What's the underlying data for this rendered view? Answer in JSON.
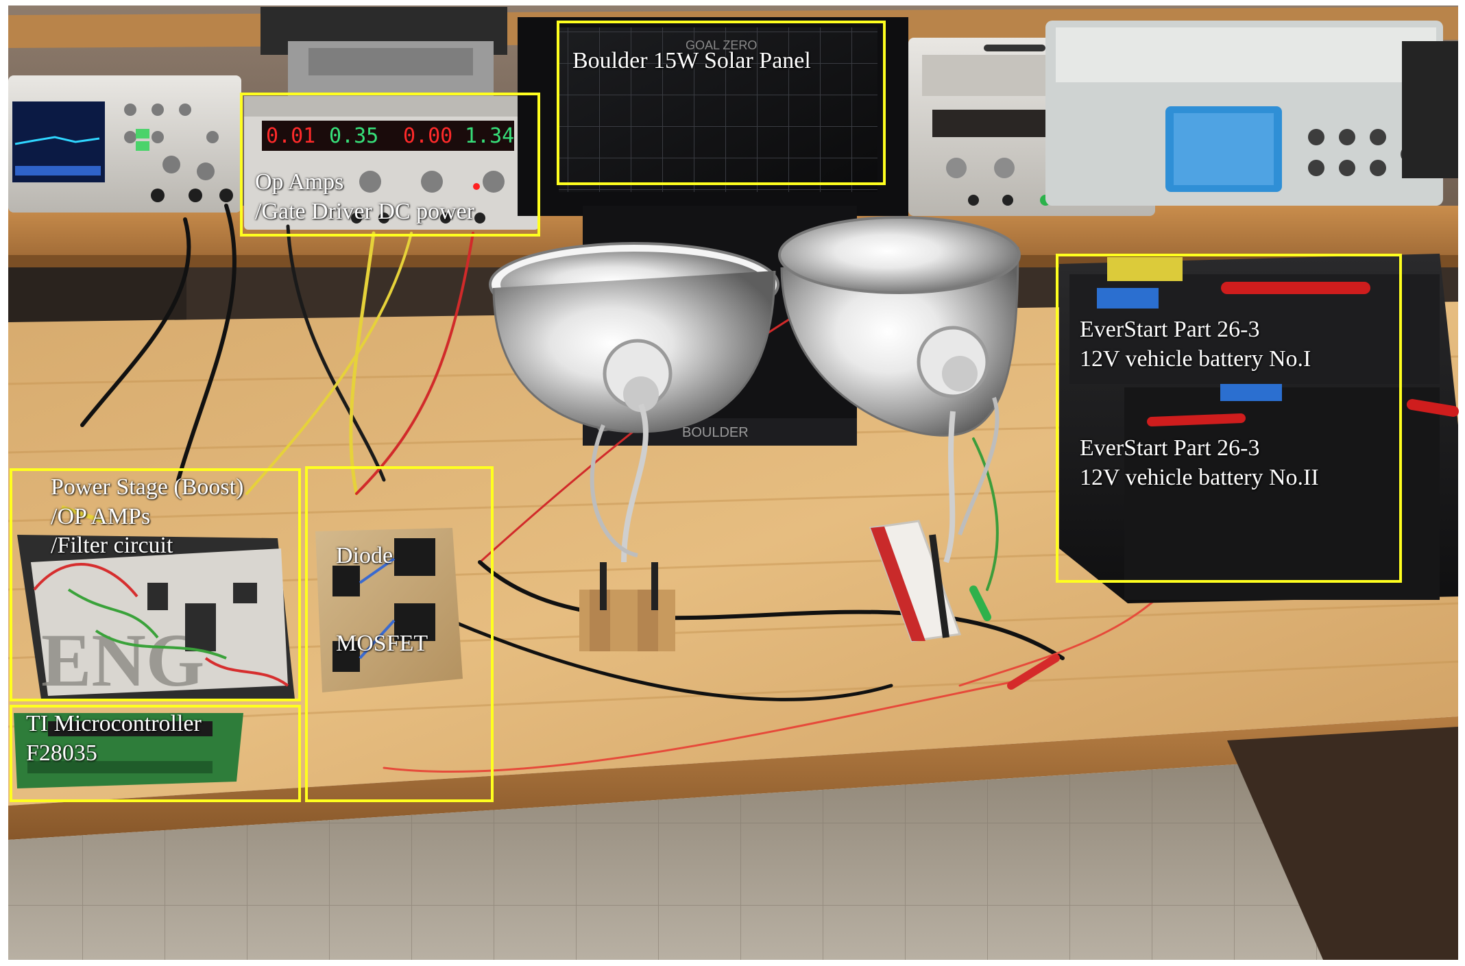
{
  "annotations": {
    "solar_panel": {
      "lines": [
        "Boulder 15W Solar Panel"
      ]
    },
    "dc_power": {
      "lines": [
        "Op Amps",
        "/Gate Driver DC power"
      ]
    },
    "batteries": {
      "battery1": [
        "EverStart Part 26-3",
        "12V vehicle battery No.I"
      ],
      "battery2": [
        "EverStart Part 26-3",
        "12V vehicle battery No.II"
      ]
    },
    "power_stage": {
      "lines": [
        "Power Stage (Boost)",
        "/OP AMPs",
        "/Filter circuit"
      ]
    },
    "diode": {
      "lines": [
        "Diode"
      ]
    },
    "mosfet": {
      "lines": [
        "MOSFET"
      ]
    },
    "microcontroller": {
      "lines": [
        "TI Microcontroller",
        "F28035"
      ]
    }
  },
  "visible_text": {
    "psu_display": [
      "0.01",
      "0.35",
      "0.00",
      "1.34"
    ],
    "panel_logo": "GOAL ZERO",
    "stand_label": "BOULDER",
    "board_letters": "ENG"
  },
  "colors": {
    "annotation_box": "#ffff1f",
    "annotation_text": "#ffffff",
    "psu_red_digits": "#ff2a2a",
    "psu_green_digits": "#37e07a",
    "scope_screen": "#2f8fd6"
  }
}
